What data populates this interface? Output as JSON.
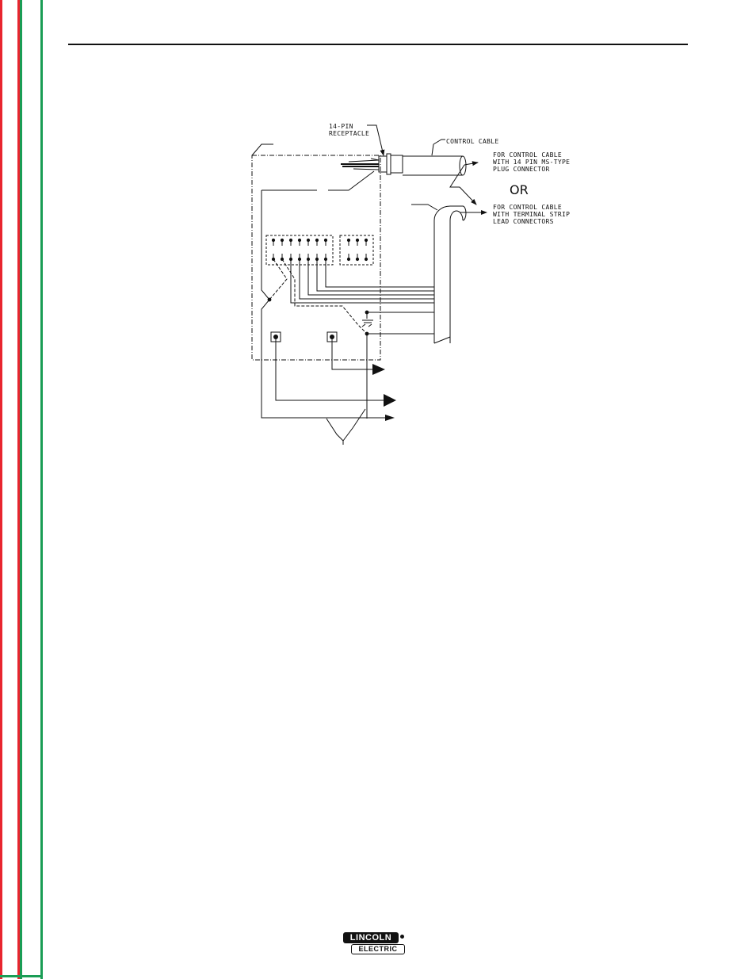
{
  "labels": {
    "receptacle": [
      "14-PIN",
      "RECEPTACLE"
    ],
    "control_cable": "CONTROL CABLE",
    "ms_type": [
      "FOR CONTROL CABLE",
      "WITH 14 PIN MS-TYPE",
      "PLUG CONNECTOR"
    ],
    "or": "OR",
    "terminal_strip": [
      "FOR CONTROL CABLE",
      "WITH TERMINAL STRIP",
      "LEAD CONNECTORS"
    ]
  },
  "logo": {
    "top": "LINCOLN",
    "bottom": "ELECTRIC"
  },
  "colors": {
    "edge_red": "#e8252f",
    "edge_green": "#1a9d55",
    "ink": "#111111"
  }
}
